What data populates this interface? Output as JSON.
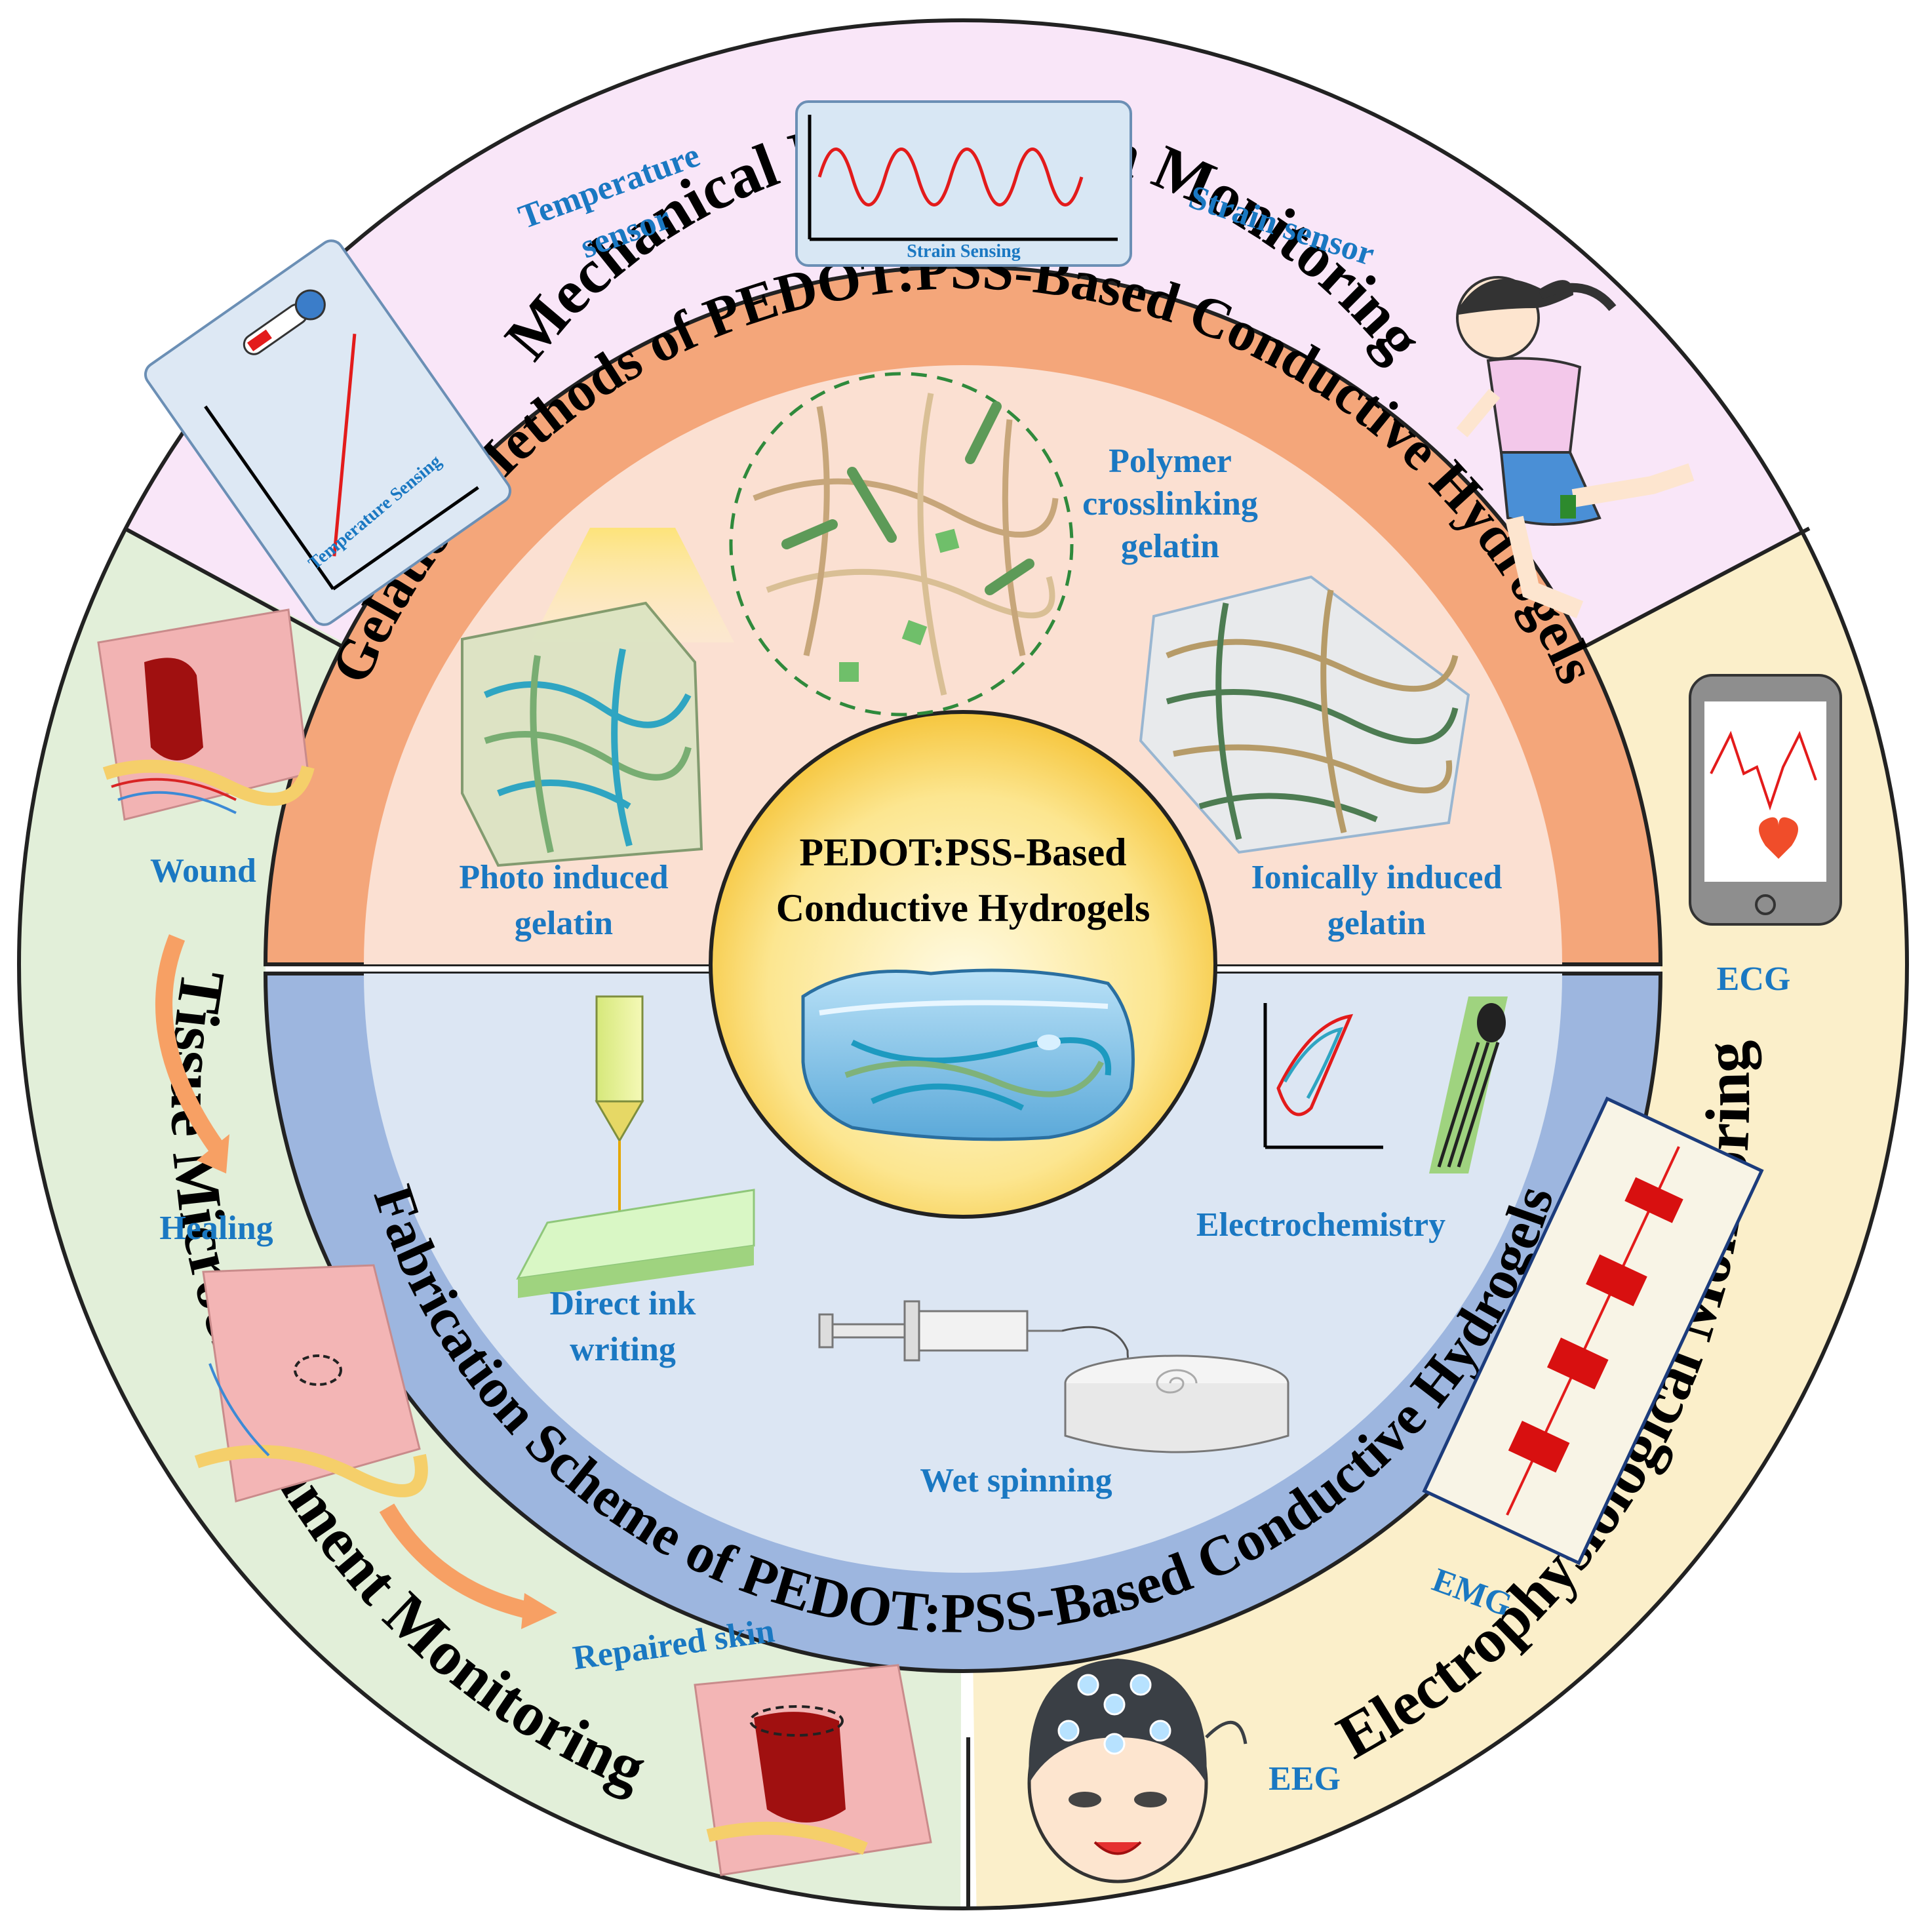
{
  "outer_ring": {
    "top_title": "Mechanical Deformation Monitoring",
    "left_title": "Tissue Microenvironment Monitoring",
    "right_title": "Electrophysiological Monitoring"
  },
  "inner_ring": {
    "top_title": "Gelation Methods of PEDOT:PSS-Based Conductive Hydrogels",
    "bottom_title": "Fabrication Scheme of PEDOT:PSS-Based Conductive Hydrogels"
  },
  "center": {
    "line1": "PEDOT:PSS-Based",
    "line2": "Conductive Hydrogels"
  },
  "mechanical": {
    "temperature_sensor_line1": "Temperature",
    "temperature_sensor_line2": "sensor",
    "temperature_axis": "Temperature Sensing",
    "strain_axis": "Strain Sensing",
    "strain_sensor": "Strain sensor"
  },
  "gelation": {
    "polymer_line1": "Polymer",
    "polymer_line2": "crosslinking",
    "polymer_line3": "gelatin",
    "photo_line1": "Photo induced",
    "photo_line2": "gelatin",
    "ionic_line1": "Ionically induced",
    "ionic_line2": "gelatin"
  },
  "fabrication": {
    "electrochemistry": "Electrochemistry",
    "diw_line1": "Direct ink",
    "diw_line2": "writing",
    "wet_spinning": "Wet spinning"
  },
  "tissue": {
    "wound": "Wound",
    "healing": "Healing",
    "repaired": "Repaired skin"
  },
  "electro": {
    "ecg": "ECG",
    "emg": "EMG",
    "eeg": "EEG"
  },
  "colors": {
    "mechanical_bg": "#f9e6f8",
    "tissue_bg": "#e2efd9",
    "electro_bg": "#fbefca",
    "gelation_band": "#f4a67a",
    "gelation_bg": "#fbe0d2",
    "fabrication_band": "#9db6df",
    "fabrication_bg": "#dce6f3",
    "center_yellow": "#fbe27c",
    "label_blue": "#1a78c2",
    "signal_red": "#e31b1b"
  }
}
